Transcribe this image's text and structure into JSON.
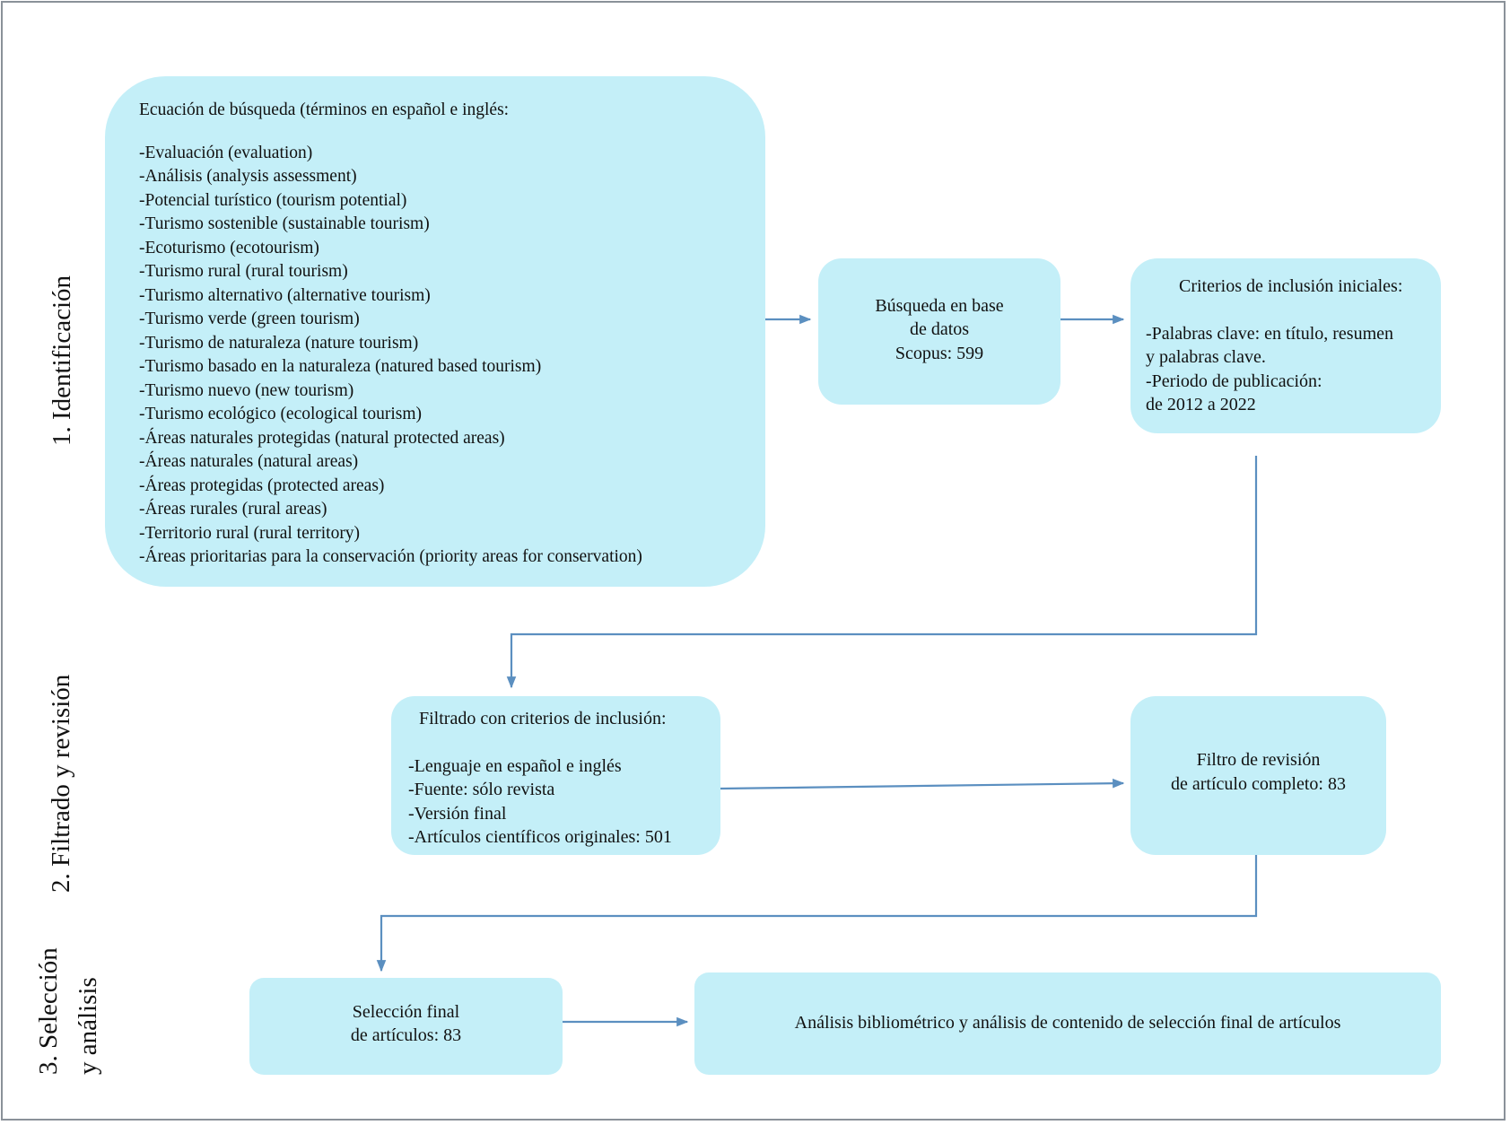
{
  "stages": {
    "s1": "1. Identificación",
    "s2": "2. Filtrado y revisión",
    "s3_line1": "3. Selección",
    "s3_line2": "y análisis"
  },
  "search_box": {
    "title": "Ecuación de búsqueda (términos en español e inglés:",
    "terms": [
      "-Evaluación (evaluation)",
      "-Análisis (analysis assessment)",
      "-Potencial turístico (tourism potential)",
      "-Turismo sostenible (sustainable tourism)",
      "-Ecoturismo (ecotourism)",
      "-Turismo rural (rural tourism)",
      "-Turismo alternativo (alternative tourism)",
      "-Turismo verde (green tourism)",
      "-Turismo de naturaleza (nature tourism)",
      "-Turismo basado en la naturaleza (natured based tourism)",
      "-Turismo nuevo (new tourism)",
      "-Turismo ecológico (ecological tourism)",
      "-Áreas naturales protegidas (natural protected areas)",
      "-Áreas naturales (natural areas)",
      "-Áreas protegidas (protected areas)",
      "-Áreas rurales (rural areas)",
      "-Territorio rural (rural territory)",
      "-Áreas prioritarias para la conservación (priority areas for conservation)"
    ]
  },
  "db_search": {
    "line1": "Búsqueda en base",
    "line2": "de datos",
    "line3": "Scopus: 599"
  },
  "initial_criteria": {
    "title": "Criterios de inclusión iniciales:",
    "lines": [
      "-Palabras clave: en título, resumen",
      "y palabras clave.",
      "-Periodo de publicación:",
      "de 2012 a 2022"
    ]
  },
  "filtering": {
    "title": "Filtrado con criterios de inclusión:",
    "lines": [
      "-Lenguaje en español e inglés",
      "-Fuente: sólo revista",
      "-Versión final",
      "-Artículos científicos originales: 501"
    ]
  },
  "review": {
    "line1": "Filtro de revisión",
    "line2": "de artículo completo: 83"
  },
  "final_selection": {
    "line1": "Selección final",
    "line2": "de artículos: 83"
  },
  "analysis": {
    "text": "Análisis bibliométrico y análisis de contenido de selección final de artículos"
  },
  "colors": {
    "box_fill": "#c4eff8",
    "arrow": "#5b8fc0",
    "frame": "#8a9199"
  }
}
